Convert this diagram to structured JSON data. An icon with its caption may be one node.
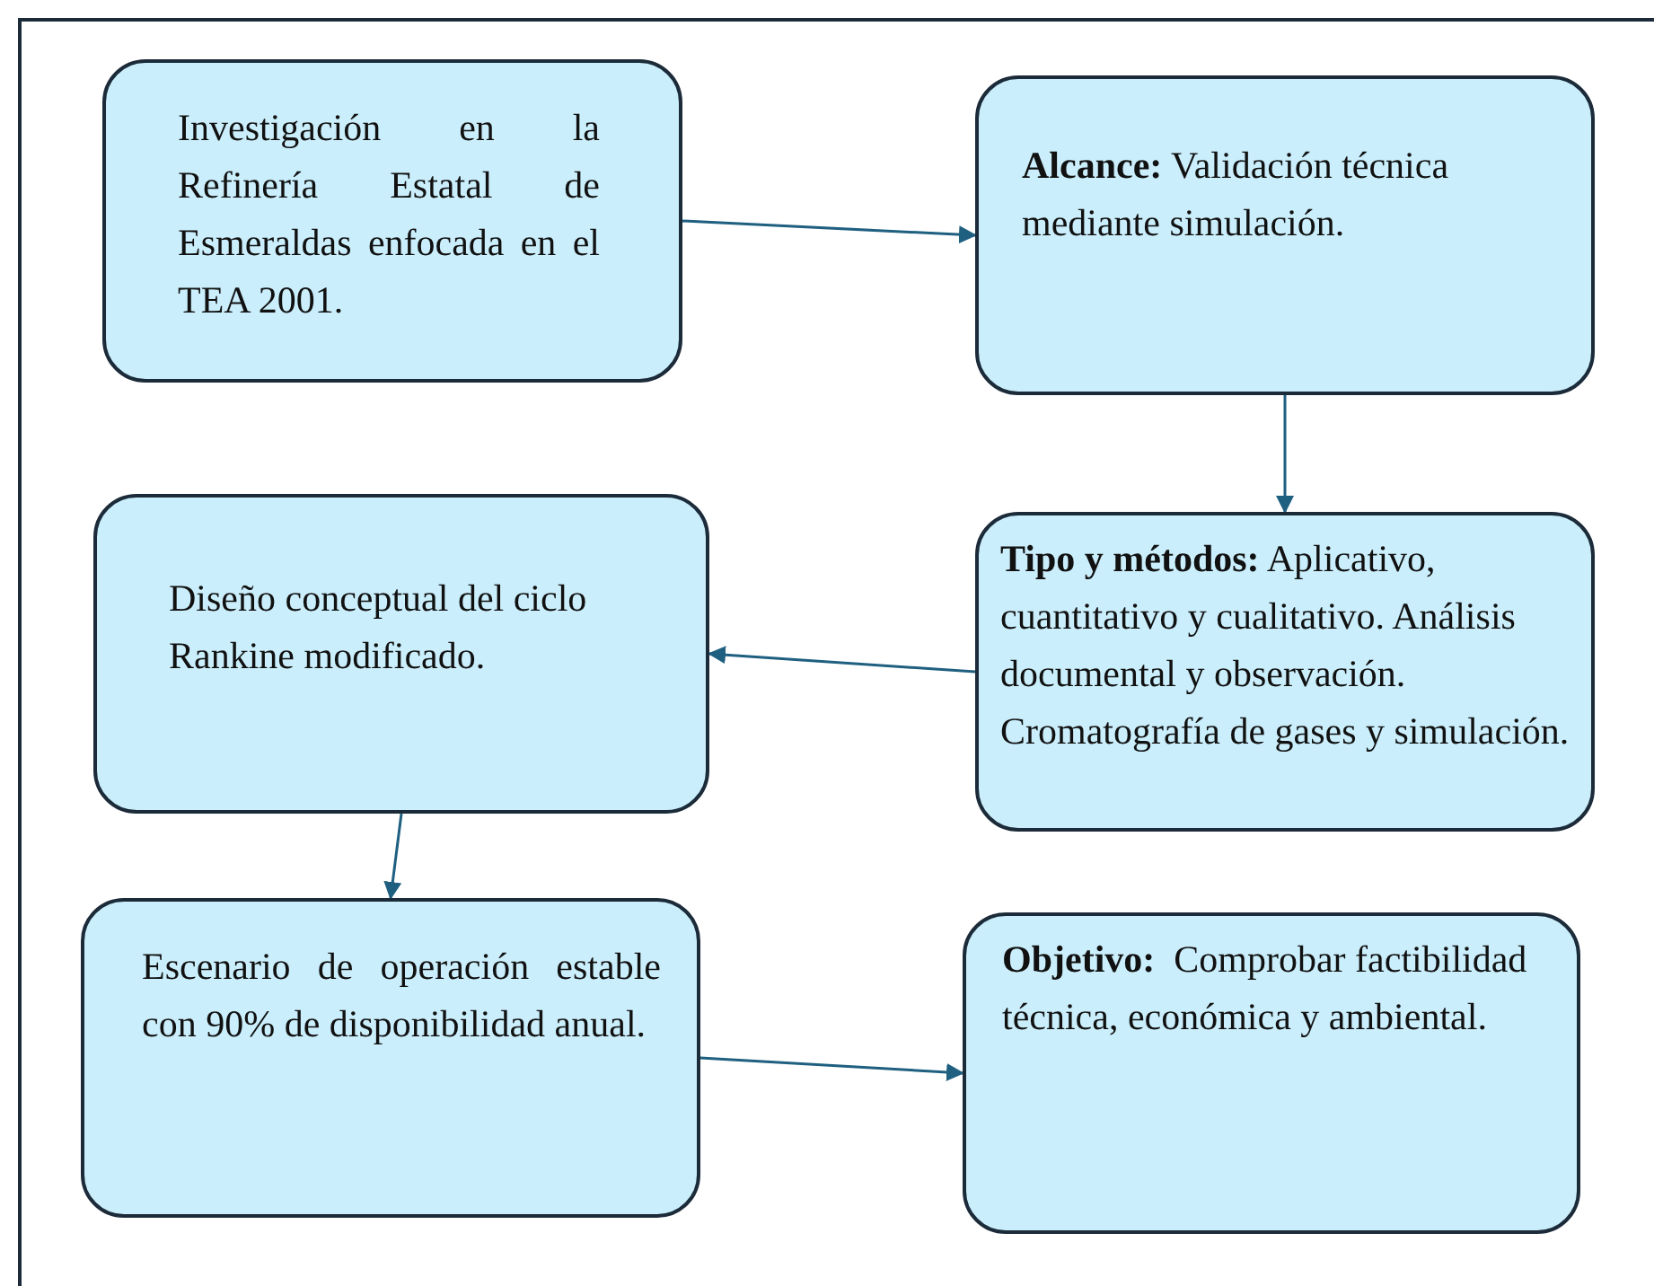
{
  "diagram": {
    "nodes": [
      {
        "text": [
          "Investigación en la Refinería Estatal de Esmeraldas enfocada en el TEA 2001."
        ]
      },
      {
        "text": [
          "**Alcance:** Validación técnica mediante simulación."
        ]
      },
      {
        "text": [
          "**Tipo y métodos:** Aplicativo, cuantitativo y cualitativo. Análisis documental y observación. Cromatografía de gases y simulación."
        ]
      },
      {
        "text": [
          "Diseño conceptual del ciclo Rankine modificado."
        ]
      },
      {
        "text": [
          "Escenario de operación estable con 90% de disponibilidad anual."
        ]
      },
      {
        "text": [
          "**Objetivo:**  Comprobar factibilidad técnica, económica y ambiental."
        ]
      }
    ],
    "edges": [
      {
        "from": 0,
        "to": 1,
        "arrow": "to"
      },
      {
        "from": 1,
        "to": 2,
        "arrow": "to"
      },
      {
        "from": 2,
        "to": 3,
        "arrow": "to"
      },
      {
        "from": 3,
        "to": 4,
        "arrow": "to"
      },
      {
        "from": 4,
        "to": 5,
        "arrow": "to"
      }
    ]
  }
}
